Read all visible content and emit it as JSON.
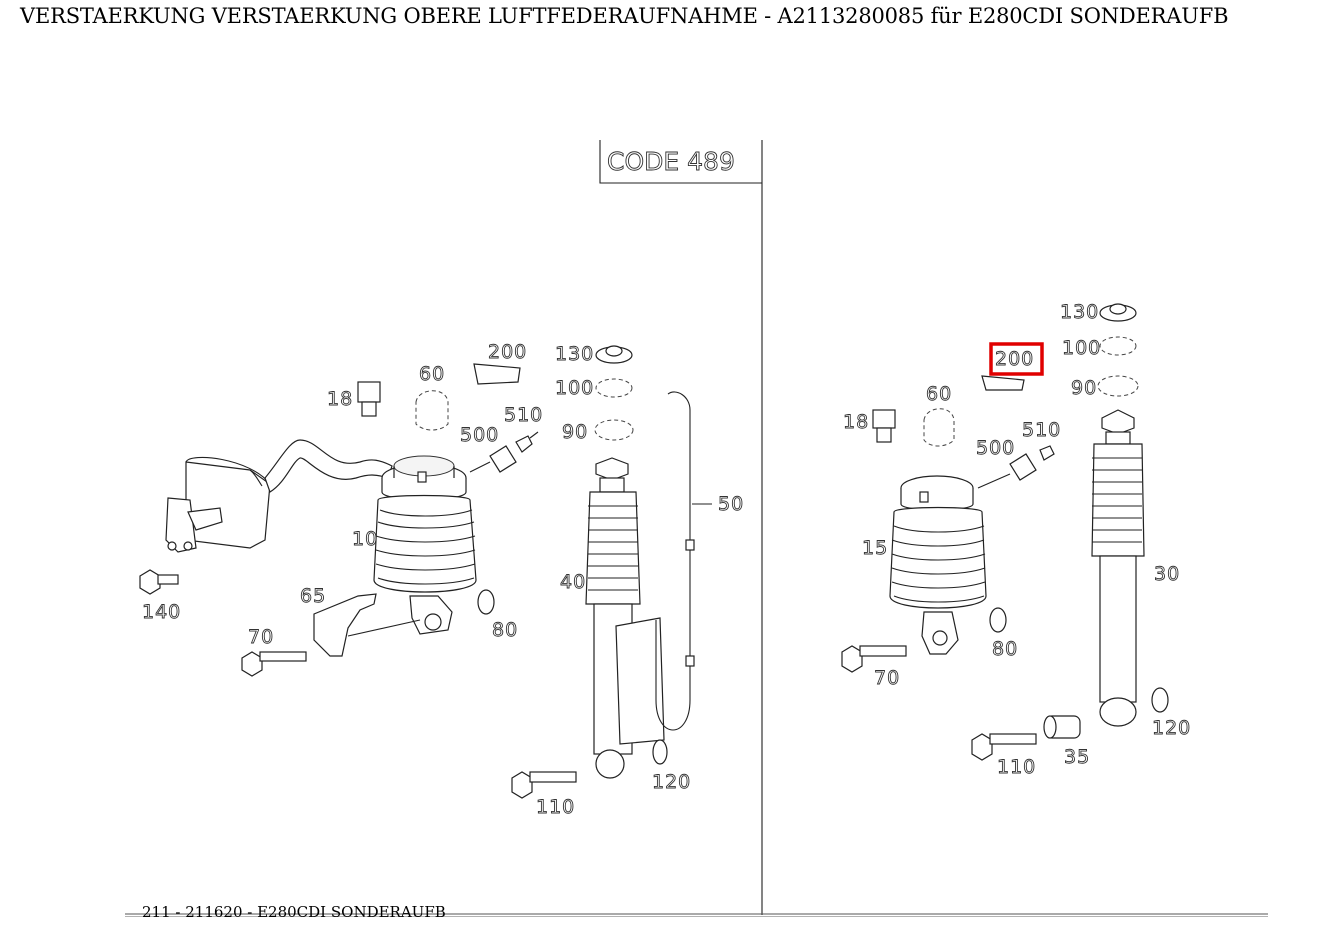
{
  "title": "VERSTAERKUNG VERSTAERKUNG OBERE LUFTFEDERAUFNAHME - A2113280085 für E280CDI SONDERAUFB",
  "footer": "211 - 211620 - E280CDI SONDERAUFB",
  "code_box": "CODE 489",
  "highlight_color": "#e00000",
  "highlighted_part": "200",
  "left_labels": {
    "p200": "200",
    "p130": "130",
    "p100": "100",
    "p90": "90",
    "p60": "60",
    "p18": "18",
    "p510": "510",
    "p500": "500",
    "p50": "50",
    "p10": "10",
    "p40": "40",
    "p140": "140",
    "p65": "65",
    "p70": "70",
    "p80": "80",
    "p120": "120",
    "p110": "110"
  },
  "right_labels": {
    "p130": "130",
    "p100": "100",
    "p90": "90",
    "p200": "200",
    "p60": "60",
    "p18": "18",
    "p510": "510",
    "p500": "500",
    "p15": "15",
    "p30": "30",
    "p70": "70",
    "p80": "80",
    "p120": "120",
    "p110": "110",
    "p35": "35"
  }
}
